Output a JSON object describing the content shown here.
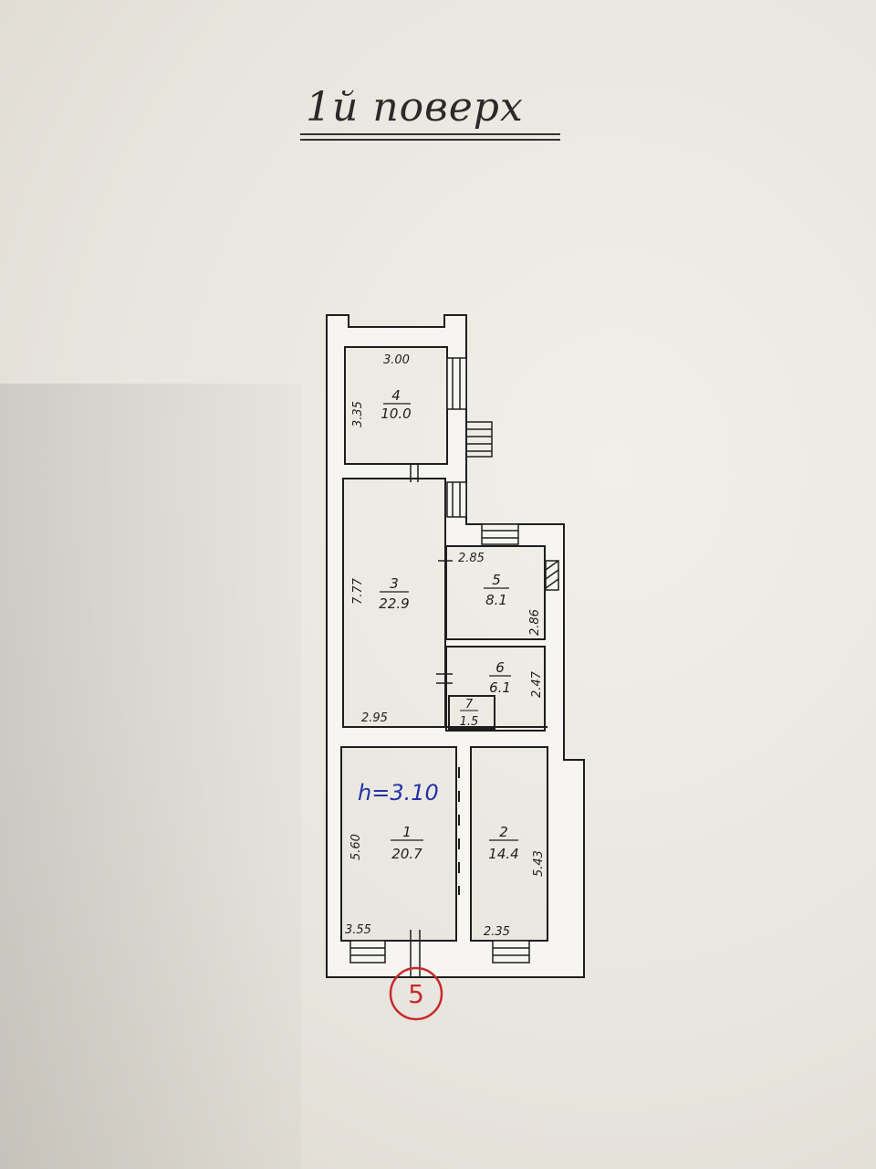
{
  "title": "1й поверх",
  "height_note": "h=3.10",
  "stamp": "5",
  "rooms": [
    {
      "number": "1",
      "area": "20.7"
    },
    {
      "number": "2",
      "area": "14.4"
    },
    {
      "number": "3",
      "area": "22.9"
    },
    {
      "number": "4",
      "area": "10.0"
    },
    {
      "number": "5",
      "area": "8.1"
    },
    {
      "number": "6",
      "area": "6.1"
    },
    {
      "number": "7",
      "area": "1.5"
    }
  ],
  "dimensions": {
    "room4_width": "3.00",
    "room4_length": "3.35",
    "room3_length": "7.77",
    "room3_width": "2.95",
    "room5_width": "2.85",
    "room5_length": "2.86",
    "room6_length": "2.47",
    "room1_length": "5.60",
    "room1_width": "3.55",
    "room2_length": "5.43",
    "room2_width": "2.35"
  },
  "colors": {
    "ink": "#1e1e1e",
    "wall_fill": "#f6f5f1",
    "height_ink": "#2333a8",
    "stamp": "#c8292e"
  }
}
